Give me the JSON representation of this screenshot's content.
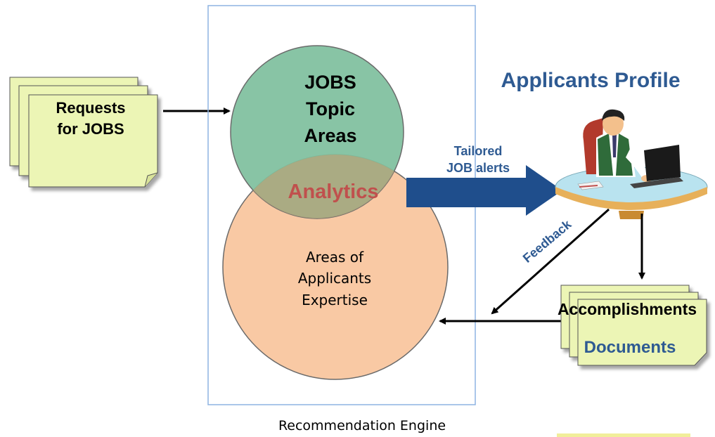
{
  "requests_doc": {
    "line1": "Requests",
    "line2": "for JOBS"
  },
  "engine": {
    "caption": "Recommendation Engine",
    "topic_circle": {
      "line1": "JOBS",
      "line2": "Topic",
      "line3": "Areas"
    },
    "intersection_label": "Analytics",
    "expertise_circle": {
      "line1": "Areas of",
      "line2": "Applicants",
      "line3": "Expertise"
    }
  },
  "applicant": {
    "title": "Applicants Profile"
  },
  "alerts_arrow": {
    "line1": "Tailored",
    "line2": "JOB alerts"
  },
  "feedback_label": "Feedback",
  "output_docs": {
    "line1": "Accomplishments",
    "line2": "Documents"
  },
  "colors": {
    "doc_fill": "#ecf5b5",
    "topic_circle": "#7fbf9e",
    "expertise_circle": "#f9c9a4",
    "analytics_text": "#c0504d",
    "blue_text": "#2e5a92",
    "alert_arrow": "#1f4e8c",
    "engine_border": "#8db3e2"
  }
}
